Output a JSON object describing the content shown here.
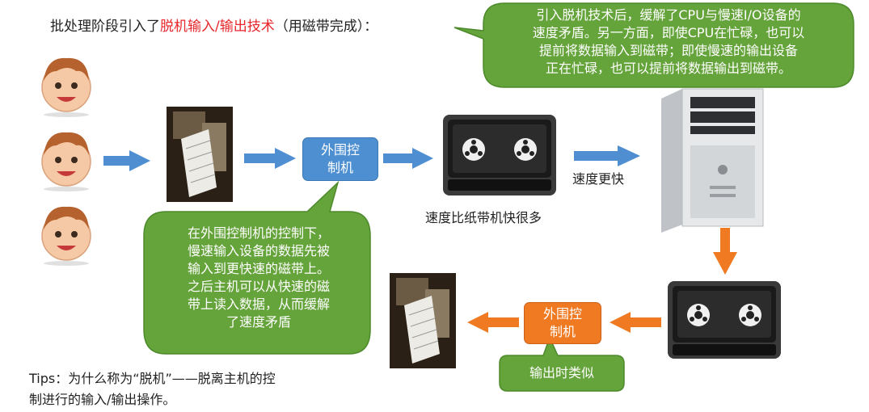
{
  "title": {
    "prefix": "批处理阶段引入了",
    "highlight": "脱机输入/输出技术",
    "suffix": "（用磁带完成）："
  },
  "top_bubble": {
    "lines": [
      "引入脱机技术后，缓解了CPU与慢速I/O设备的",
      "速度矛盾。另一方面，即使CPU在忙碌，也可以",
      "提前将数据输入到磁带；即使慢速的输出设备",
      "正在忙碌，也可以提前将数据输出到磁带。"
    ]
  },
  "input_controller": {
    "label": "外围控\n制机"
  },
  "output_controller": {
    "label": "外围控\n制机"
  },
  "tape_speed_label": "速度比纸带机快很多",
  "faster_label": "速度更快",
  "left_bubble": {
    "lines": [
      "在外围控制机的控制下，",
      "慢速输入设备的数据先被",
      "输入到更快速的磁带上。",
      "之后主机可以从快速的磁",
      "带上读入数据，从而缓解",
      "了速度矛盾"
    ]
  },
  "output_bubble": {
    "label": "输出时类似"
  },
  "tips": {
    "lines": [
      "Tips：为什么称为“脱机”——脱离主机的控",
      "制进行的输入/输出操作。"
    ]
  },
  "colors": {
    "green": "#65a33b",
    "blue_arrow": "#4f8ed1",
    "orange": "#ef7a22",
    "red_text": "#e8262b"
  }
}
